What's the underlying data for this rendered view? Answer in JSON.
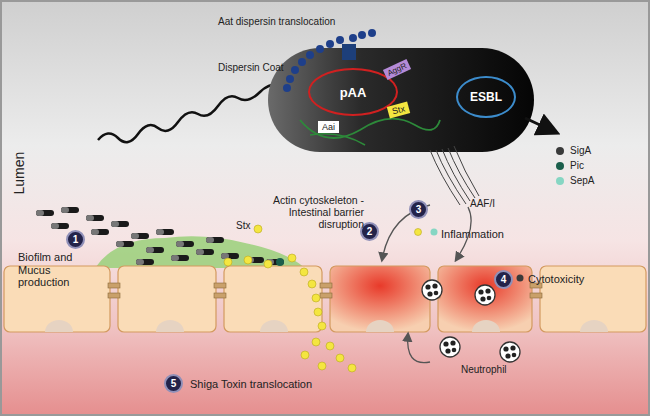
{
  "diagram": {
    "nodes": [
      {
        "text": [
          "pAA"
        ]
      },
      {
        "text": [
          "AggR"
        ]
      },
      {
        "text": [
          "Aai"
        ]
      },
      {
        "text": [
          "Stx"
        ]
      },
      {
        "text": [
          "ESBL"
        ]
      },
      {
        "text": [
          "1"
        ]
      },
      {
        "text": [
          "2"
        ]
      },
      {
        "text": [
          "3"
        ]
      },
      {
        "text": [
          "4"
        ]
      },
      {
        "text": [
          "5"
        ]
      }
    ],
    "labels": [
      "Aat dispersin translocation",
      "Dispersin Coat",
      "Lumen",
      "AAF/I",
      "Actin cytoskeleton - Intestinal barrier disruption",
      "Stx",
      "Inflammation",
      "Biofilm and Mucus production",
      "Cytotoxicity",
      "Shiga Toxin translocation",
      "Neutrophil"
    ],
    "legend": [
      {
        "text": "SigA",
        "color": "#3a3a3a"
      },
      {
        "text": "Pic",
        "color": "#1b5e4b"
      },
      {
        "text": "SepA",
        "color": "#86d6c3"
      }
    ]
  }
}
